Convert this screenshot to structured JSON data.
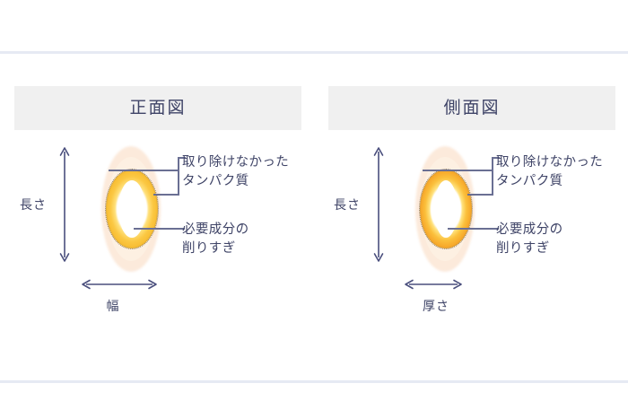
{
  "page": {
    "background_color": "#ffffff",
    "rule_color": "#e6eaf3",
    "text_color": "#3f4467",
    "header_bg": "#f0f0f0"
  },
  "panels": [
    {
      "id": "front-view",
      "title": "正面図",
      "egg": {
        "halo_color": "#fbe3cf",
        "ring_color": "#fbc843",
        "core_color": "#ffffff",
        "outline_style": "dotted"
      },
      "callouts": [
        {
          "id": "protein",
          "text": "取り除けなかった\nタンパク質"
        },
        {
          "id": "over-shaved",
          "text": "必要成分の\n削りすぎ"
        }
      ],
      "dimensions": {
        "vertical_label": "長さ",
        "horizontal_label": "幅"
      }
    },
    {
      "id": "side-view",
      "title": "側面図",
      "egg": {
        "halo_color": "#fbe3cf",
        "ring_color": "#f4981f",
        "core_color": "#ffffff",
        "outline_style": "dotted"
      },
      "callouts": [
        {
          "id": "protein",
          "text": "取り除けなかった\nタンパク質"
        },
        {
          "id": "over-shaved",
          "text": "必要成分の\n削りすぎ"
        }
      ],
      "dimensions": {
        "vertical_label": "長さ",
        "horizontal_label": "厚さ"
      }
    }
  ]
}
